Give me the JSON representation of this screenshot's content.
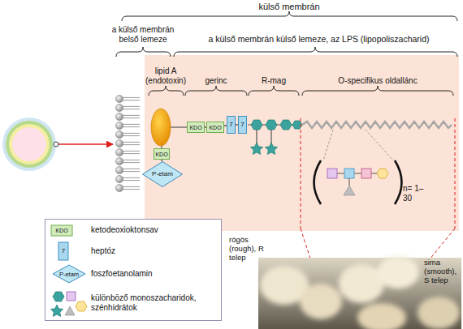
{
  "diagram": {
    "nodes": [
      {
        "text": [
          "a külső membrán külső lemeze, az LPS (lipopoliszacharid)"
        ]
      },
      {
        "text": [
          "KDO"
        ],
        "in": 0
      },
      {
        "text": [
          "KDO"
        ],
        "in": 0
      },
      {
        "text": [
          "7"
        ],
        "in": 0
      },
      {
        "text": [
          "7"
        ],
        "in": 0
      },
      {
        "text": [
          "KDO"
        ],
        "in": 0
      },
      {
        "text": [
          "P-etam"
        ],
        "in": 0
      }
    ],
    "edges": [
      {
        "from": 1,
        "to": 2,
        "arrow": "none"
      },
      {
        "from": 2,
        "to": 3,
        "arrow": "none"
      },
      {
        "from": 3,
        "to": 4,
        "arrow": "none"
      },
      {
        "from": 5,
        "to": 6,
        "arrow": "none"
      }
    ],
    "labels": [
      "külső membrán",
      "a külső membrán belső lemeze",
      "lipid A (endotoxin)",
      "gerinc",
      "R-mag",
      "O-specifikus oldallánc",
      "n= 1–30",
      "rögös (rough), R telep",
      "sima (smooth), S telep",
      "KDO",
      "7",
      "P-etam"
    ],
    "legend": [
      {
        "text": "ketodeoxioktonsav"
      },
      {
        "text": "heptóz"
      },
      {
        "text": "foszfoetanolamin"
      },
      {
        "text": "különböző monoszacharidok, szénhidrátok"
      }
    ]
  }
}
